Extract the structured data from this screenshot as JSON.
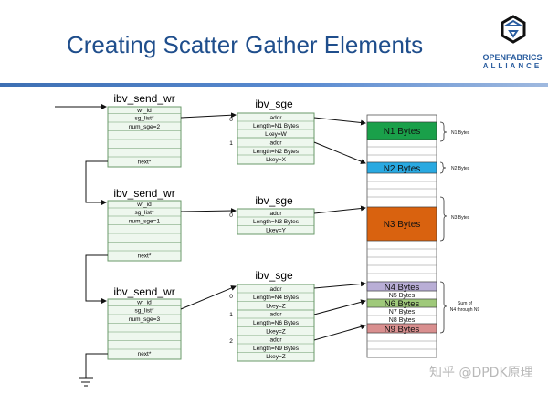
{
  "title": "Creating Scatter Gather Elements",
  "logo": {
    "line1": "OPENFABRICS",
    "line2": "ALLIANCE"
  },
  "watermark": "知乎 @DPDK原理",
  "send_wr_groups": [
    {
      "header": "ibv_send_wr",
      "fields": [
        "wr_id",
        "sg_list*",
        "num_sge=2",
        "",
        "",
        "",
        "next*"
      ]
    },
    {
      "header": "ibv_send_wr",
      "fields": [
        "wr_id",
        "sg_list*",
        "num_sge=1",
        "",
        "",
        "",
        "next*"
      ]
    },
    {
      "header": "ibv_send_wr",
      "fields": [
        "wr_id",
        "sg_list*",
        "num_sge=3",
        "",
        "",
        "",
        "next*"
      ]
    }
  ],
  "sge_groups": [
    {
      "header": "ibv_sge",
      "entries": [
        {
          "index": "0",
          "rows": [
            "addr",
            "Length=N1 Bytes",
            "Lkey=W"
          ]
        },
        {
          "index": "1",
          "rows": [
            "addr",
            "Length=N2 Bytes",
            "Lkey=X"
          ]
        }
      ]
    },
    {
      "header": "ibv_sge",
      "entries": [
        {
          "index": "0",
          "rows": [
            "addr",
            "Length=N3 Bytes",
            "Lkey=Y"
          ]
        }
      ]
    },
    {
      "header": "ibv_sge",
      "entries": [
        {
          "index": "0",
          "rows": [
            "addr",
            "Length=N4 Bytes",
            "Lkey=Z"
          ]
        },
        {
          "index": "1",
          "rows": [
            "addr",
            "Length=N6 Bytes",
            "Lkey=Z"
          ]
        },
        {
          "index": "2",
          "rows": [
            "addr",
            "Length=N9 Bytes",
            "Lkey=Z"
          ]
        }
      ]
    }
  ],
  "memory_blocks": {
    "n1": "N1 Bytes",
    "n2": "N2 Bytes",
    "n3": "N3 Bytes",
    "n4": "N4 Bytes",
    "n5": "N5 Bytes",
    "n6": "N6 Bytes",
    "n7": "N7 Bytes",
    "n8": "N8 Bytes",
    "n9": "N9 Bytes"
  },
  "braces": {
    "b1": "N1 Bytes",
    "b2": "N2 Bytes",
    "b3": "N3 Bytes",
    "b4_line1": "Sum of",
    "b4_line2": "N4 through N9"
  },
  "colors": {
    "title": "#1f4e8c",
    "n1": "#1aa04a",
    "n2": "#29a9e1",
    "n3": "#d9620f",
    "n4": "#b9aed6",
    "n6": "#9fc97a",
    "n9": "#d98f8f",
    "box_fill": "#eef7ee",
    "box_border": "#6a9a6a"
  }
}
